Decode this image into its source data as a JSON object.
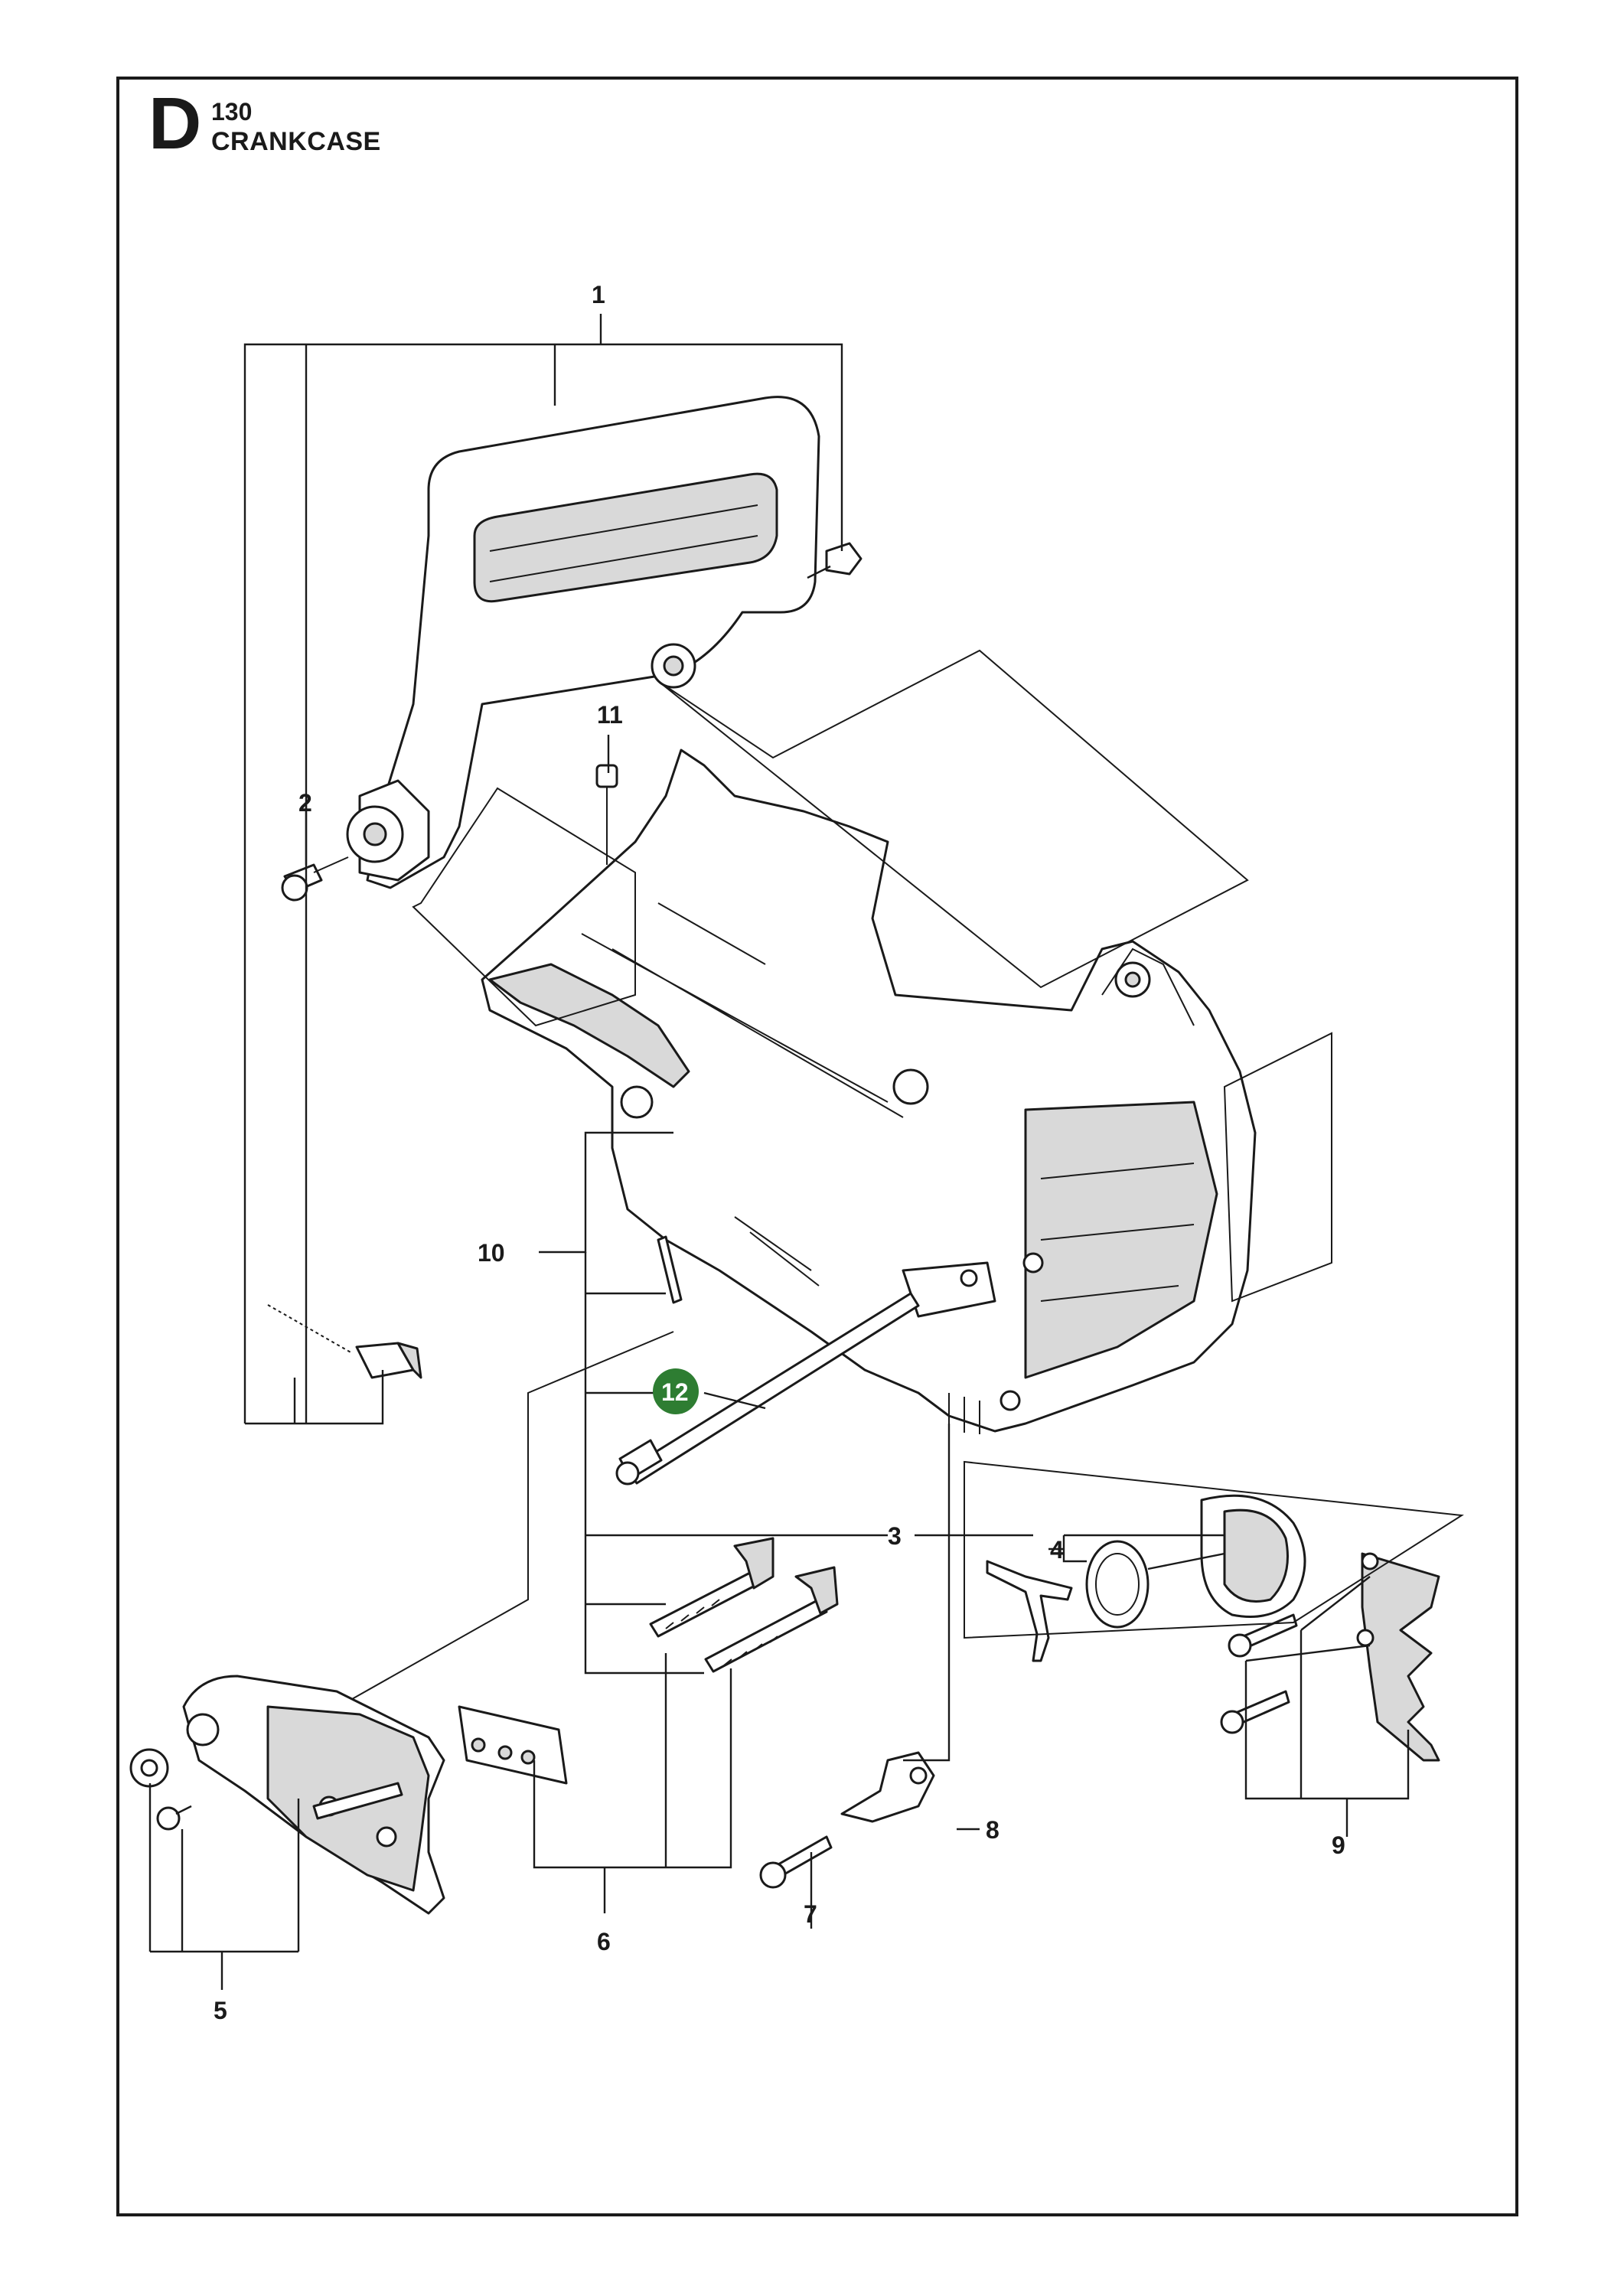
{
  "header": {
    "section_letter": "D",
    "page_number": "130",
    "title": "CRANKCASE"
  },
  "callouts": [
    {
      "id": "1",
      "label": "1"
    },
    {
      "id": "2",
      "label": "2"
    },
    {
      "id": "3",
      "label": "3"
    },
    {
      "id": "4",
      "label": "4"
    },
    {
      "id": "5",
      "label": "5"
    },
    {
      "id": "6",
      "label": "6"
    },
    {
      "id": "7",
      "label": "7"
    },
    {
      "id": "8",
      "label": "8"
    },
    {
      "id": "9",
      "label": "9"
    },
    {
      "id": "10",
      "label": "10"
    },
    {
      "id": "11",
      "label": "11"
    },
    {
      "id": "12",
      "label": "12",
      "highlighted": true
    }
  ],
  "colors": {
    "line": "#1a1a1a",
    "highlight_badge": "#2e7d32",
    "part_shade": "#d9d9d9"
  }
}
